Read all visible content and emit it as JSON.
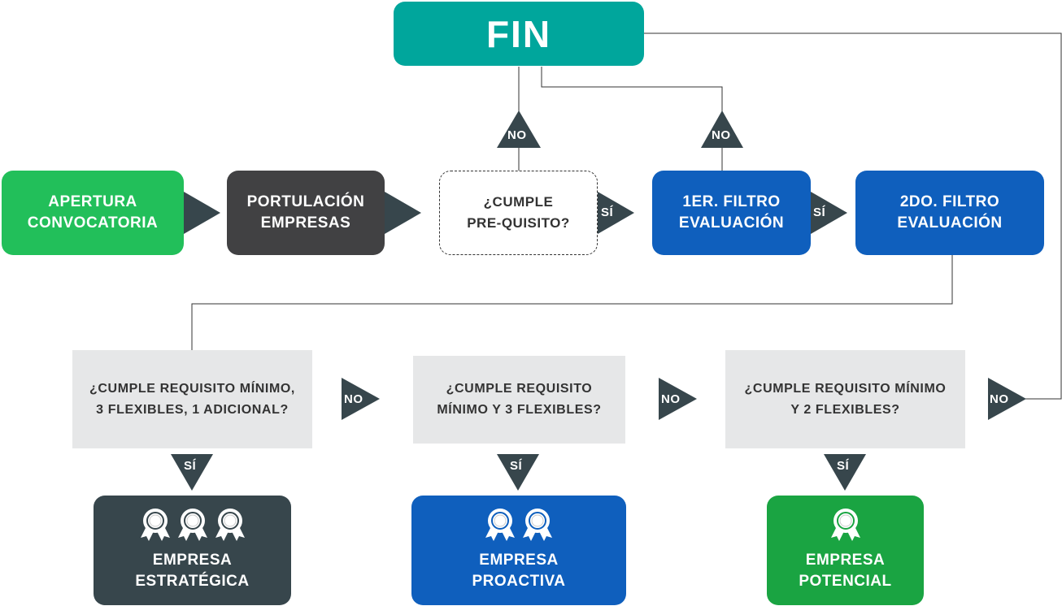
{
  "fin": {
    "label": "FIN"
  },
  "steps": {
    "apertura": [
      "APERTURA",
      "CONVOCATORIA"
    ],
    "postulacion": [
      "PORTULACIÓN",
      "EMPRESAS"
    ],
    "cumple_pre": [
      "¿CUMPLE",
      "PRE-QUISITO?"
    ],
    "filtro1": [
      "1ER. FILTRO",
      "EVALUACIÓN"
    ],
    "filtro2": [
      "2DO.  FILTRO",
      "EVALUACIÓN"
    ]
  },
  "questions": {
    "q1": [
      "¿CUMPLE REQUISITO MÍNIMO,",
      "3 FLEXIBLES, 1 ADICIONAL?"
    ],
    "q2": [
      "¿CUMPLE REQUISITO",
      "MÍNIMO Y 3 FLEXIBLES?"
    ],
    "q3": [
      "¿CUMPLE REQUISITO MÍNIMO",
      "Y 2 FLEXIBLES?"
    ]
  },
  "results": {
    "r1": {
      "lines": [
        "EMPRESA",
        "ESTRATÉGICA"
      ],
      "badges": 3,
      "icon": "award-ribbon-icon"
    },
    "r2": {
      "lines": [
        "EMPRESA",
        "PROACTIVA"
      ],
      "badges": 2,
      "icon": "award-ribbon-icon"
    },
    "r3": {
      "lines": [
        "EMPRESA",
        "POTENCIAL"
      ],
      "badges": 1,
      "icon": "award-ribbon-icon"
    }
  },
  "tags": {
    "yes": "SÍ",
    "no": "NO"
  },
  "colors": {
    "fin": "#00a69c",
    "green": "#22bf5a",
    "dark": "#414143",
    "blue": "#0f5fbd",
    "question_bg": "#e6e7e8",
    "strategic": "#37464c",
    "potential": "#1aa442",
    "arrow": "#37464c"
  }
}
